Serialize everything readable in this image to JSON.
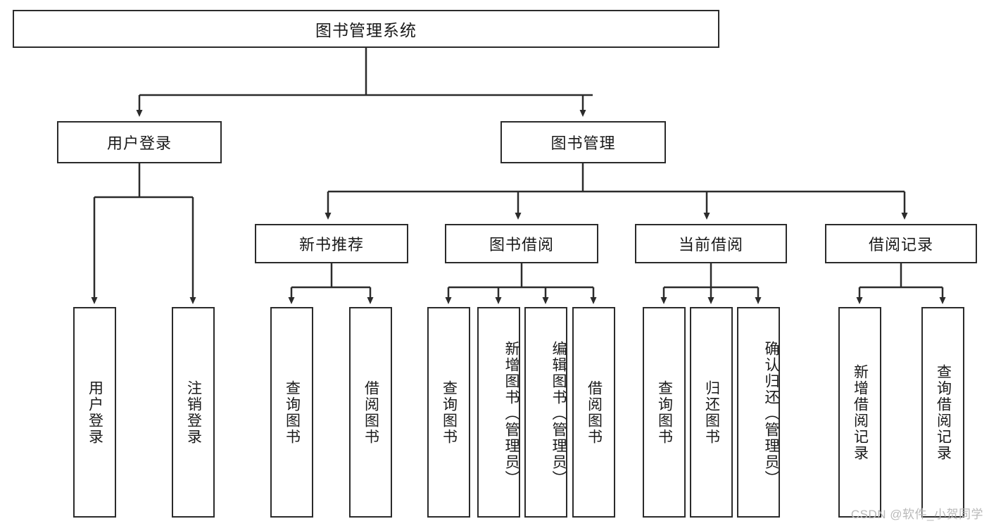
{
  "diagram": {
    "title": "图书管理系统",
    "type": "tree",
    "colors": {
      "box_border": "#2b2b2b",
      "box_fill": "#ffffff",
      "connector": "#2b2b2b",
      "text": "#1a1a1a",
      "watermark": "#b9b9b9"
    },
    "root": {
      "label": "图书管理系统"
    },
    "level2": [
      {
        "label": "用户登录"
      },
      {
        "label": "图书管理"
      }
    ],
    "level3": [
      {
        "label": "新书推荐"
      },
      {
        "label": "图书借阅"
      },
      {
        "label": "当前借阅"
      },
      {
        "label": "借阅记录"
      }
    ],
    "leaves": {
      "user_login": [
        {
          "label": "用户登录"
        },
        {
          "label": "注销登录"
        }
      ],
      "new_book_recommend": [
        {
          "label": "查询图书"
        },
        {
          "label": "借阅图书"
        }
      ],
      "book_borrow": [
        {
          "label": "查询图书"
        },
        {
          "label": "新增图书（管理员）"
        },
        {
          "label": "编辑图书（管理员）"
        },
        {
          "label": "借阅图书"
        }
      ],
      "current_borrow": [
        {
          "label": "查询图书"
        },
        {
          "label": "归还图书"
        },
        {
          "label": "确认归还（管理员）"
        }
      ],
      "borrow_record": [
        {
          "label": "新增借阅记录"
        },
        {
          "label": "查询借阅记录"
        }
      ]
    },
    "watermark": "CSDN @软件_小贺同学"
  }
}
